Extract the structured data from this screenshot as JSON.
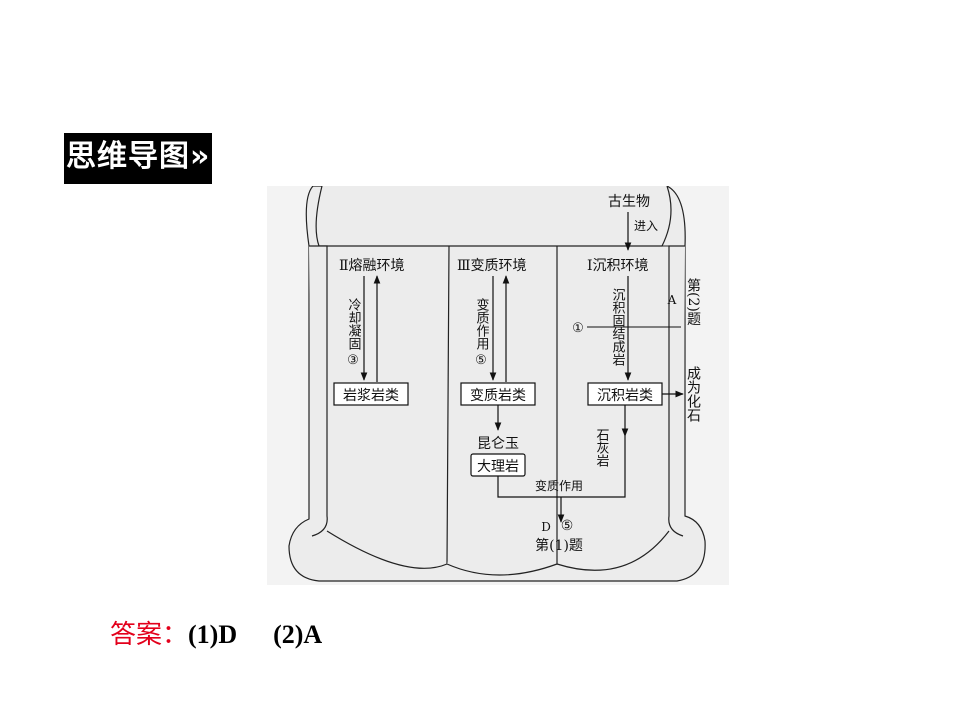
{
  "heading": {
    "text": "思维导图",
    "chevron": "»"
  },
  "diagram": {
    "nodes": {
      "ancient_life": "古生物",
      "enter": "进入",
      "env_melt": "Ⅱ熔融环境",
      "env_meta": "Ⅲ变质环境",
      "env_sed": "Ⅰ沉积环境",
      "magma_rock": "岩浆岩类",
      "meta_rock": "变质岩类",
      "sed_rock": "沉积岩类",
      "kunlun_jade": "昆仑玉",
      "marble": "大理岩",
      "limestone": "石灰岩",
      "meta_action": "变质作用",
      "fossil": "成为化石"
    },
    "arrow_labels": {
      "cooling": "冷却凝固",
      "cooling_num": "③",
      "meta_process": "变质作用",
      "meta_num": "⑤",
      "sed_process": "沉积固结成岩",
      "label_a": "A",
      "num_1": "①",
      "label_d": "D",
      "num_5": "⑤"
    },
    "questions": {
      "q1": "第(1)题",
      "q2": "第(2)题"
    }
  },
  "answer": {
    "label": "答案：",
    "part1": "(1)D",
    "part2": "(2)A"
  }
}
